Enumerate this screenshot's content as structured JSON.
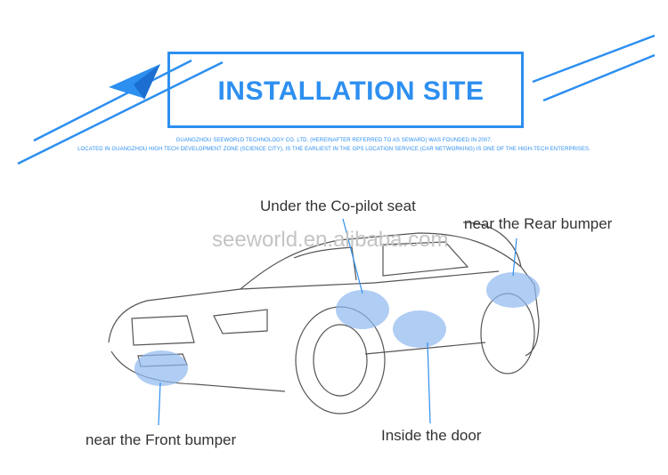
{
  "header": {
    "title": "INSTALLATION SITE",
    "line1": "GUANGZHOU SEEWORLD TECHNOLOGY CO. LTD. (HEREINAFTER REFERRED TO AS SEWARD) WAS FOUNDED IN 2007.",
    "line2": "LOCATED IN GUANGZHOU HIGH TECH DEVELOPMENT ZONE (SCIENCE CITY), IS THE EARLIEST IN THE GPS LOCATION SERVICE (CAR NETWORKING) IS ONE OF THE HIGH-TECH ENTERPRISES."
  },
  "watermark": "seeworld.en.alibaba.com",
  "labels": {
    "copilot": "Under the Co-pilot seat",
    "rear": "near the Rear bumper",
    "front": "near the Front bumper",
    "door": "Inside the door"
  },
  "colors": {
    "accent": "#2d8ff0",
    "marker": "#8fb8ee"
  }
}
